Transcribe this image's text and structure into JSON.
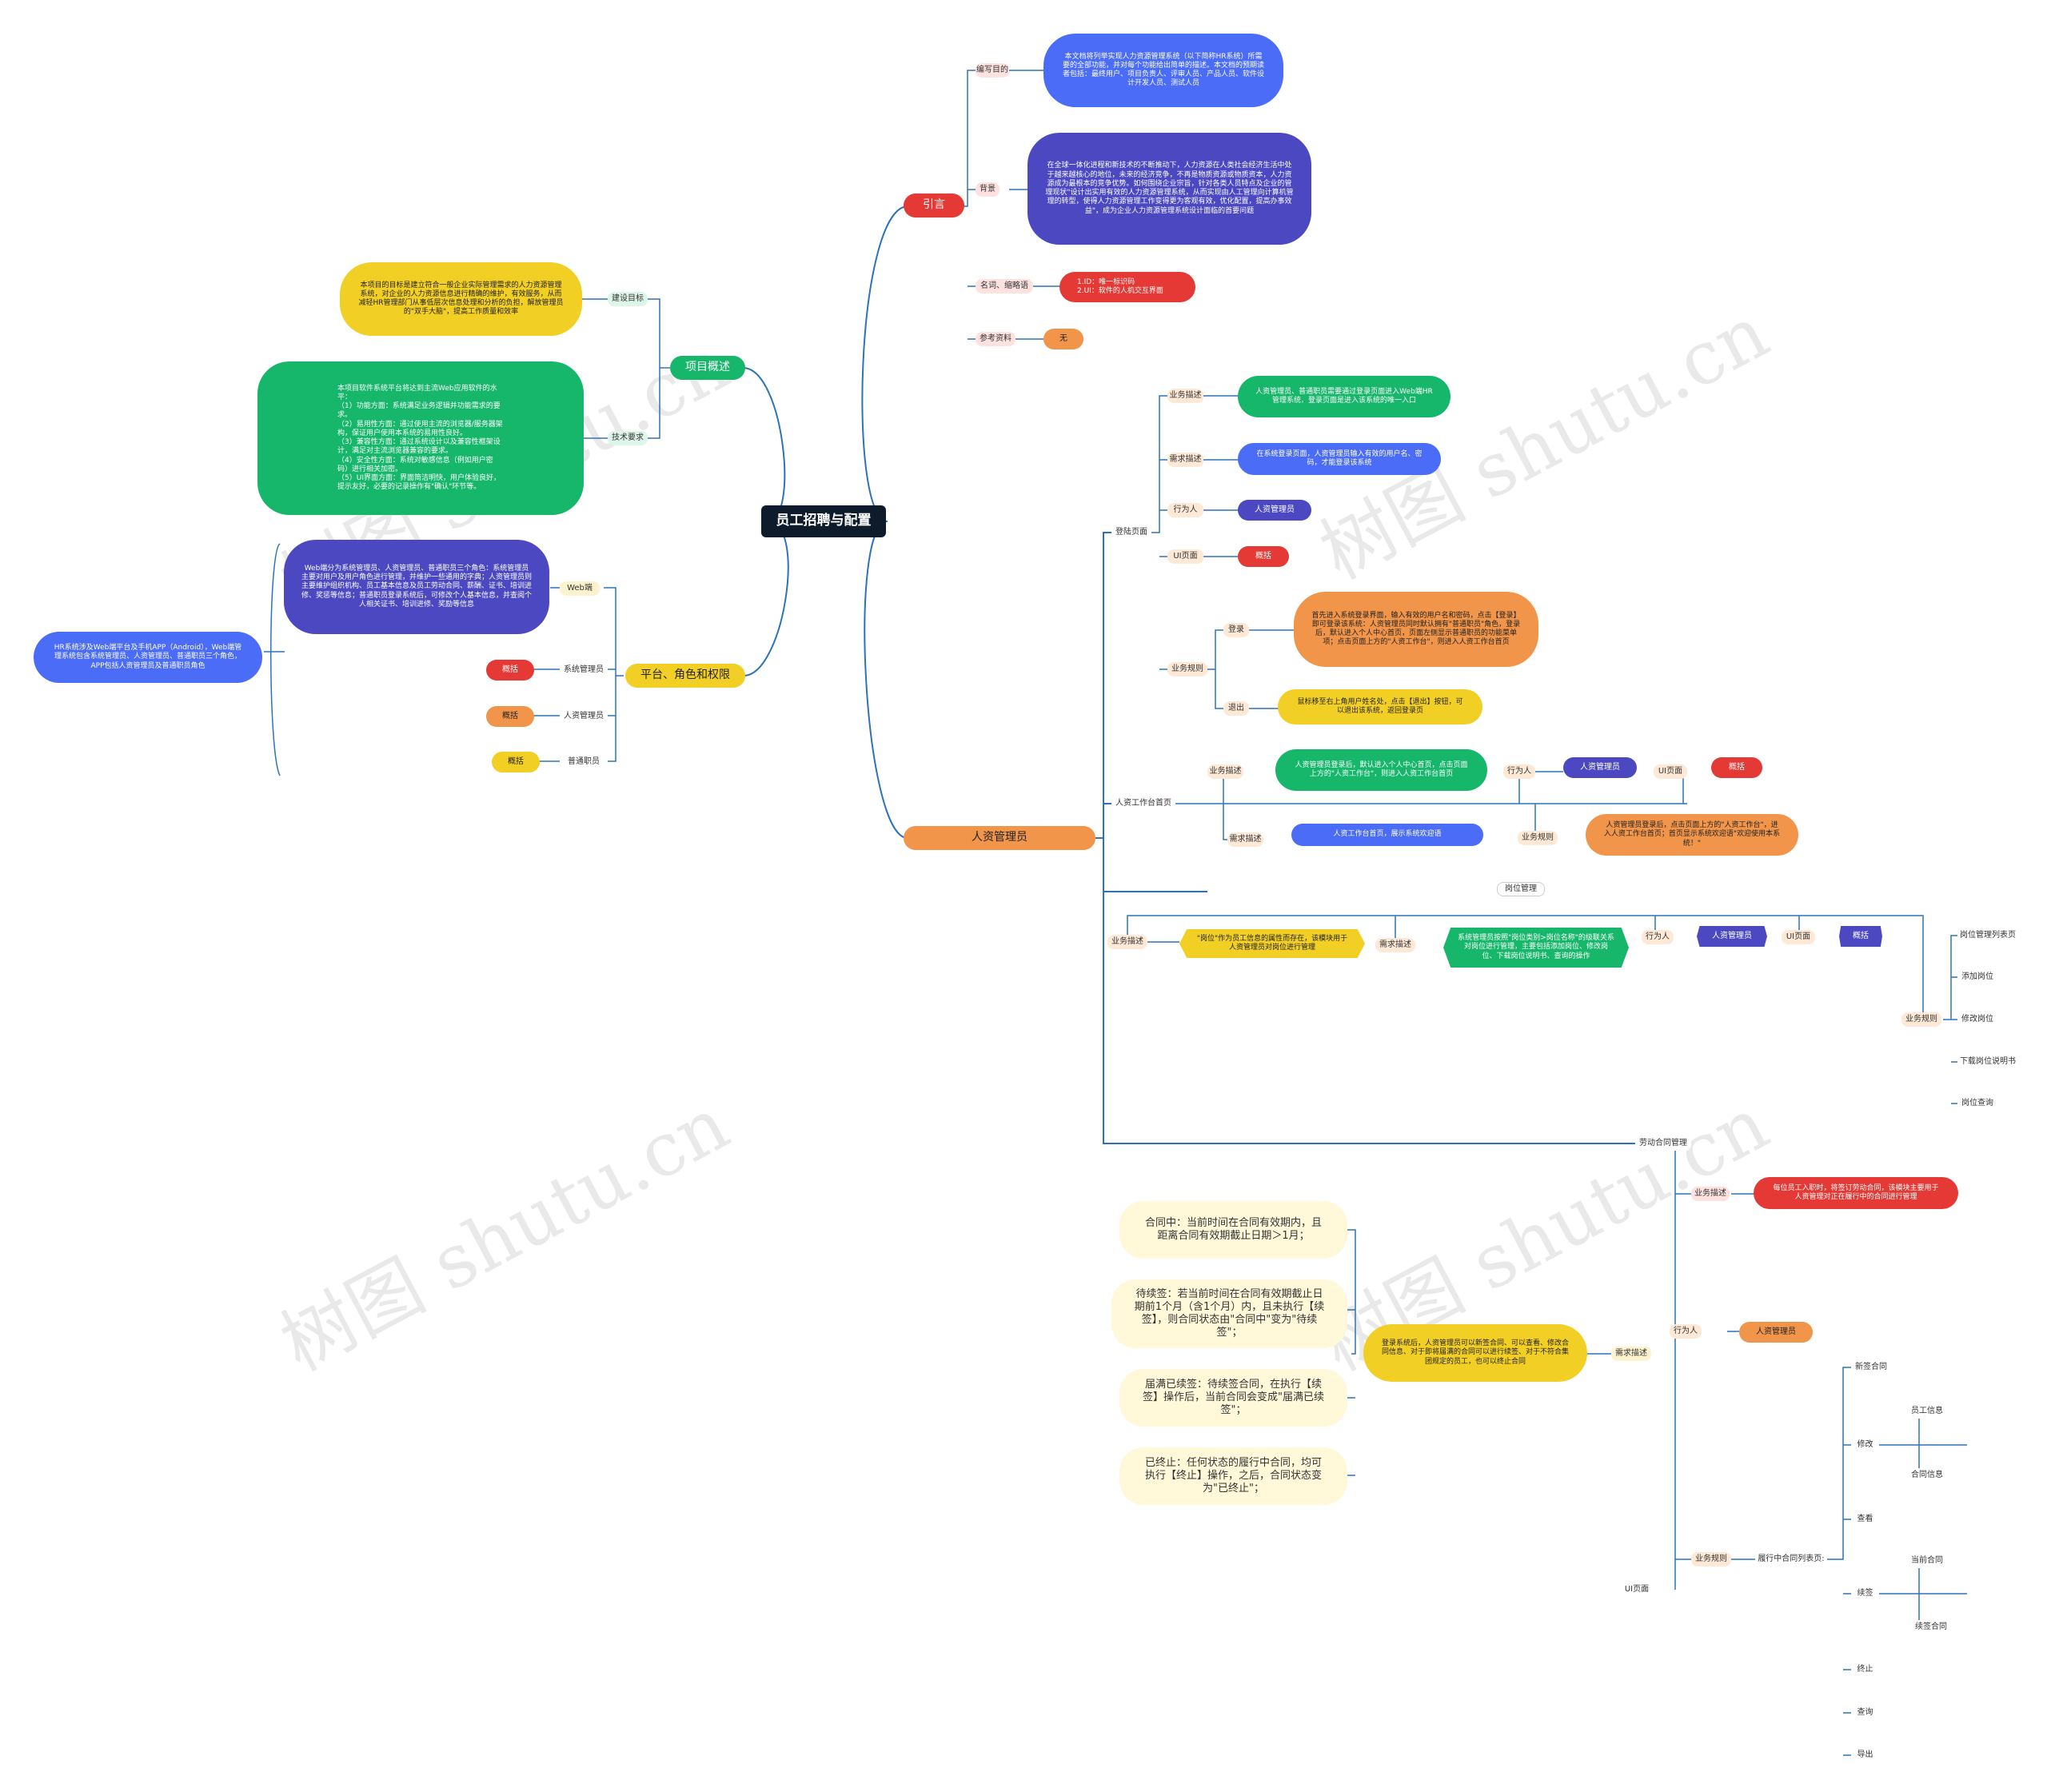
{
  "root": "员工招聘与配置",
  "branches": {
    "intro": "引言",
    "overview": "项目概述",
    "platform": "平台、角色和权限",
    "hr": "人资管理员"
  },
  "intro": {
    "purpose_label": "编写目的",
    "purpose_text": "本文档将列举实现人力资源管理系统（以下简称HR系统）所需要的全部功能，并对每个功能给出简单的描述。本文档的预期读者包括：最终用户、项目负责人、评审人员、产品人员、软件设计开发人员、测试人员",
    "background_label": "背景",
    "background_text": "在全球一体化进程和新技术的不断推动下，人力资源在人类社会经济生活中处于越来越核心的地位，未来的经济竞争，不再是物质资源或物质资本，人力资源成为最根本的竞争优势。如何围绕企业宗旨，针对各类人员特点及企业的管理现状\"设计出实用有效的人力资源管理系统，从而实现由人工管理向计算机管理的转型，使得人力资源管理工作变得更为客观有效，优化配置，提高办事效益\"，成为企业人力资源管理系统设计面临的首要问题",
    "terms_label": "名词、缩略语",
    "terms_text": "1.ID：唯一标识码\n2.UI：软件的人机交互界面",
    "refs_label": "参考资料",
    "refs_text": "无"
  },
  "overview": {
    "goal_label": "建设目标",
    "goal_text": "本项目的目标是建立符合一般企业实际管理需求的人力资源管理系统，对企业的人力资源信息进行精确的维护，有效服务，从而减轻HR管理部门从事低层次信息处理和分析的负担，解放管理员的\"双手大脑\"，提高工作质量和效率",
    "tech_label": "技术要求",
    "tech_text": "本项目软件系统平台将达到主流Web应用软件的水平：\n（1）功能方面：系统满足业务逻辑并功能需求的要求。\n（2）易用性方面：通过使用主流的浏览器/服务器架构，保证用户使用本系统的易用性良好。\n（3）兼容性方面：通过系统设计以及兼容性框架设计，满足对主流浏览器兼容的要求。\n（4）安全性方面：系统对敏感信息（例如用户密码）进行相关加密。\n（5）UI界面方面：界面简洁明快，用户体验良好，提示友好，必要的记录操作有\"确认\"环节等。"
  },
  "platform": {
    "summary_text": "HR系统涉及Web端平台及手机APP（Android），Web端管理系统包含系统管理员、人资管理员、普通职员三个角色，APP包括人资管理员及普通职员角色",
    "web_label": "Web端",
    "web_text": "Web端分为系统管理员、人资管理员、普通职员三个角色：系统管理员主要对用户及用户角色进行管理，并维护一些通用的字典；人资管理员则主要维护组织机构、员工基本信息及员工劳动合同、薪酬、证书、培训进修、奖惩等信息；普通职员登录系统后，可修改个人基本信息，并查阅个人相关证书、培训进修、奖励等信息",
    "sysadmin_label": "系统管理员",
    "hradmin_label": "人资管理员",
    "staff_label": "普通职员",
    "overview_tag": "概括"
  },
  "hr": {
    "login_page": "登陆页面",
    "biz_desc": "业务描述",
    "req_desc": "需求描述",
    "actor": "行为人",
    "ui_page": "UI页面",
    "biz_rules": "业务规则",
    "login_biz_text": "人资管理员、普通职员需要通过登录页面进入Web端HR管理系统，登录页面是进入该系统的唯一入口",
    "login_req_text": "在系统登录页面，人资管理员输入有效的用户名、密码，才能登录该系统",
    "actor_value": "人资管理员",
    "ui_value": "概括",
    "login_label": "登录",
    "login_rule_text": "首先进入系统登录界面，输入有效的用户名和密码，点击【登录】即可登录该系统：人资管理员同时默认拥有\"普通职员\"角色，登录后，默认进入个人中心首页，页面左侧显示普通职员的功能菜单项；点击页面上方的\"人资工作台\"，则进入人资工作台首页",
    "logout_label": "退出",
    "logout_rule_text": "鼠标移至右上角用户姓名处，点击【退出】按钮，可以退出该系统，返回登录页",
    "workbench": "人资工作台首页",
    "wb_biz_text": "人资管理员登录后，默认进入个人中心首页，点击页面上方的\"人资工作台\"，则进入人资工作台首页",
    "wb_req_text": "人资工作台首页，展示系统欢迎语",
    "wb_rule_text": "人资管理员登录后，点击页面上方的\"人资工作台\"，进入人资工作台首页；首页显示系统欢迎语\"欢迎使用本系统！\"",
    "position_mgmt": "岗位管理",
    "pos_biz_text": "\"岗位\"作为员工信息的属性而存在，该模块用于人资管理员对岗位进行管理",
    "pos_req_text": "系统管理员按照\"岗位类别>岗位名称\"的级联关系对岗位进行管理，主要包括添加岗位、修改岗位、下载岗位说明书、查询的操作",
    "pos_rules": [
      "岗位管理列表页",
      "添加岗位",
      "修改岗位",
      "下载岗位说明书",
      "岗位查询"
    ],
    "contract_mgmt": "劳动合同管理",
    "con_biz_text": "每位员工入职时，将签订劳动合同，该模块主要用于人资管理对正在履行中的合同进行管理",
    "con_req_text": "登录系统后，人资管理员可以新签合同、可以查看、修改合同信息、对于即将届满的合同可以进行续签、对于不符合集团规定的员工，也可以终止合同",
    "con_states": [
      "合同中：当前时间在合同有效期内，且距离合同有效期截止日期＞1月；",
      "待续签：若当前时间在合同有效期截止日期前1个月（含1个月）内，且未执行【续签】，则合同状态由\"合同中\"变为\"待续签\"；",
      "届满已续签：待续签合同，在执行【续签】操作后，当前合同会变成\"届满已续签\"；",
      "已终止：任何状态的履行中合同，均可执行【终止】操作，之后，合同状态变为\"已终止\"；"
    ],
    "con_list": "履行中合同列表页:",
    "con_ops": {
      "new": "新签合同",
      "edit": "修改",
      "edit_staff": "员工信息",
      "edit_contract": "合同信息",
      "view": "查看",
      "renew": "续签",
      "renew_current": "当前合同",
      "renew_new": "续签合同",
      "terminate": "终止",
      "query": "查询",
      "export": "导出"
    }
  },
  "watermark": "树图 shutu.cn",
  "colors": {
    "line": "#2e73b8",
    "red": "#e53935",
    "green": "#16b66b",
    "yellow": "#f2cf24",
    "orange": "#f0954a",
    "blue": "#4a6cf7",
    "indigo": "#4b48c2"
  }
}
